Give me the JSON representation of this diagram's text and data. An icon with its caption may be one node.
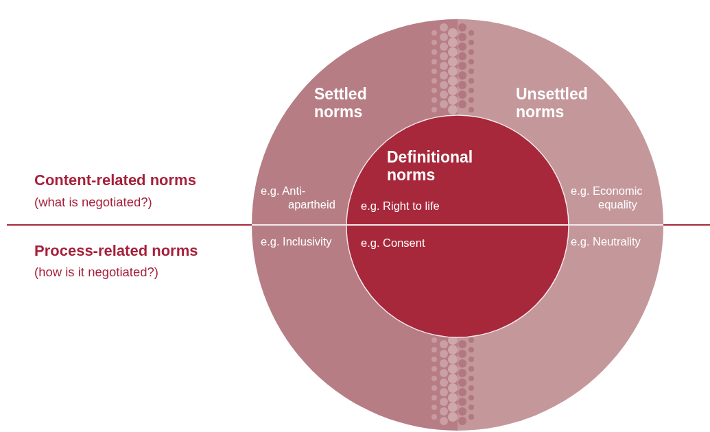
{
  "diagram": {
    "nodes": [
      {
        "text": [
          "Settled norms",
          "e.g. Anti-apartheid",
          "e.g. Inclusivity"
        ]
      },
      {
        "text": [
          "Unsettled norms",
          "e.g. Economic equality",
          "e.g. Neutrality"
        ]
      },
      {
        "text": [
          "Definitional norms",
          "e.g. Right to life",
          "e.g. Consent"
        ]
      }
    ],
    "labels": [
      "Content-related norms",
      "(what is negotiated?)",
      "Process-related norms",
      "(how is it negotiated?)"
    ]
  }
}
